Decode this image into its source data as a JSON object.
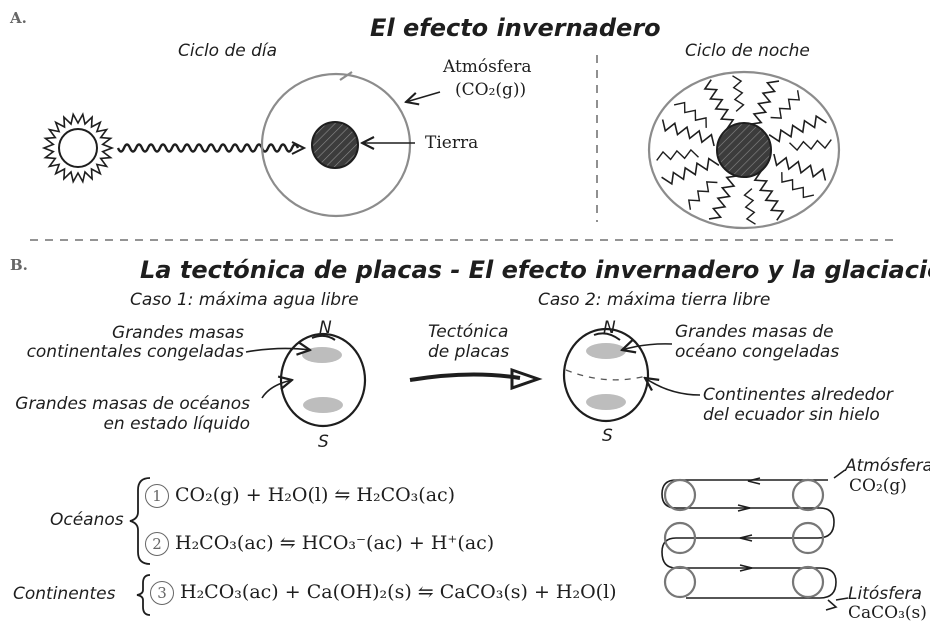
{
  "section_a": {
    "letter": "A.",
    "title": "El efecto invernadero",
    "day_label": "Ciclo de día",
    "night_label": "Ciclo de noche",
    "atmosphere_label": "Atmósfera",
    "atmosphere_formula": "(CO₂(g))",
    "earth_label": "Tierra"
  },
  "section_b": {
    "letter": "B.",
    "title": "La tectónica de placas - El efecto invernadero y la glaciación",
    "case1": {
      "title": "Caso 1: máxima agua libre",
      "north": "N",
      "south": "S",
      "ice_label_1": "Grandes masas",
      "ice_label_2": "continentales congeladas",
      "ocean_label_1": "Grandes masas de océanos",
      "ocean_label_2": "en estado líquido"
    },
    "arrow_label_1": "Tectónica",
    "arrow_label_2": "de placas",
    "case2": {
      "title": "Caso 2: máxima tierra libre",
      "north": "N",
      "south": "S",
      "ice_label_1": "Grandes masas de",
      "ice_label_2": "océano congeladas",
      "land_label_1": "Continentes alrededor",
      "land_label_2": "del ecuador sin hielo"
    }
  },
  "equations": {
    "oceans_label": "Océanos",
    "continents_label": "Continentes",
    "eq1_num": "1",
    "eq1": "CO₂(g) + H₂O(l) ⇋ H₂CO₃(ac)",
    "eq2_num": "2",
    "eq2": "H₂CO₃(ac) ⇋ HCO₃⁻(ac) + H⁺(ac)",
    "eq3_num": "3",
    "eq3": "H₂CO₃(ac) + Ca(OH)₂(s) ⇋ CaCO₃(s) + H₂O(l)"
  },
  "cycle": {
    "atmosphere_label": "Atmósfera",
    "atmosphere_formula": "CO₂(g)",
    "lithosphere_label": "Litósfera",
    "lithosphere_formula": "CaCO₃(s)"
  }
}
